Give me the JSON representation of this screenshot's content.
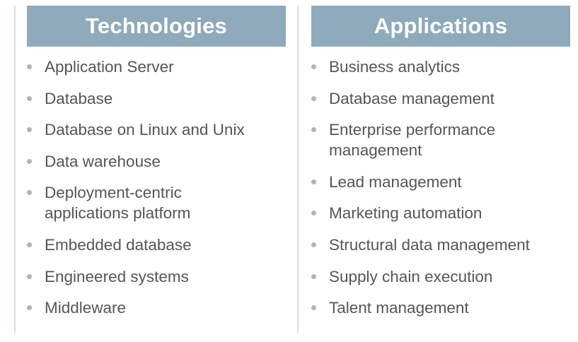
{
  "technologies": {
    "title": "Technologies",
    "items": [
      "Application Server",
      "Database",
      "Database on Linux and Unix",
      "Data warehouse",
      "Deployment-centric applications platform",
      "Embedded database",
      "Engineered systems",
      "Middleware"
    ]
  },
  "applications": {
    "title": "Applications",
    "items": [
      "Business analytics",
      "Database management",
      "Enterprise performance management",
      "Lead management",
      "Marketing automation",
      "Structural data management",
      "Supply chain execution",
      "Talent management"
    ]
  }
}
